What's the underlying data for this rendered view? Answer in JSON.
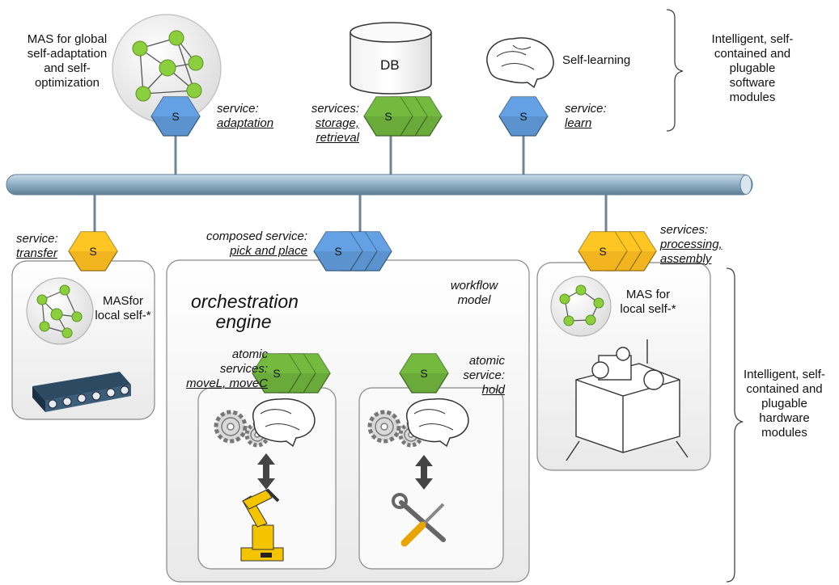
{
  "top": {
    "global_mas": {
      "lines": [
        "MAS for global",
        "self-adaptation",
        "and self-",
        "optimization"
      ]
    },
    "adaptation_service": {
      "prefix": "service:",
      "name": "adaptation"
    },
    "db": {
      "label": "DB"
    },
    "storage_service": {
      "prefix": "services:",
      "names": [
        "storage,",
        "retrieval"
      ]
    },
    "self_learning": {
      "label": "Self-learning"
    },
    "learn_service": {
      "prefix": "service:",
      "name": "learn"
    },
    "software_modules": {
      "lines": [
        "Intelligent, self-",
        "contained and",
        "plugable",
        "software",
        "modules"
      ]
    }
  },
  "service_glyph": "S",
  "bottom": {
    "transfer_service": {
      "prefix": "service:",
      "name": "transfer"
    },
    "left_module": {
      "lines": [
        "MASfor",
        "local self-*"
      ]
    },
    "composed_service": {
      "prefix": "composed service:",
      "name": "pick and place"
    },
    "orchestration": {
      "lines": [
        "orchestration",
        "engine"
      ]
    },
    "workflow": {
      "lines": [
        "workflow",
        "model"
      ]
    },
    "atomic_move": {
      "lines": [
        "atomic",
        "services:"
      ],
      "names": "moveL, moveC"
    },
    "atomic_hold": {
      "lines": [
        "atomic",
        "service:"
      ],
      "name": "hold"
    },
    "processing_service": {
      "prefix": "services:",
      "names": [
        "processing,",
        "assembly"
      ]
    },
    "right_module": {
      "lines": [
        "MAS for",
        "local self-*"
      ]
    },
    "hardware_modules": {
      "lines": [
        "Intelligent, self-",
        "contained and",
        "plugable",
        "hardware",
        "modules"
      ]
    }
  },
  "colors": {
    "blue": "#5b93cf",
    "green": "#6aaa3a",
    "yellow": "#f2b51f",
    "bus": "#a6c0d3",
    "agent": "#8ccf3c"
  }
}
